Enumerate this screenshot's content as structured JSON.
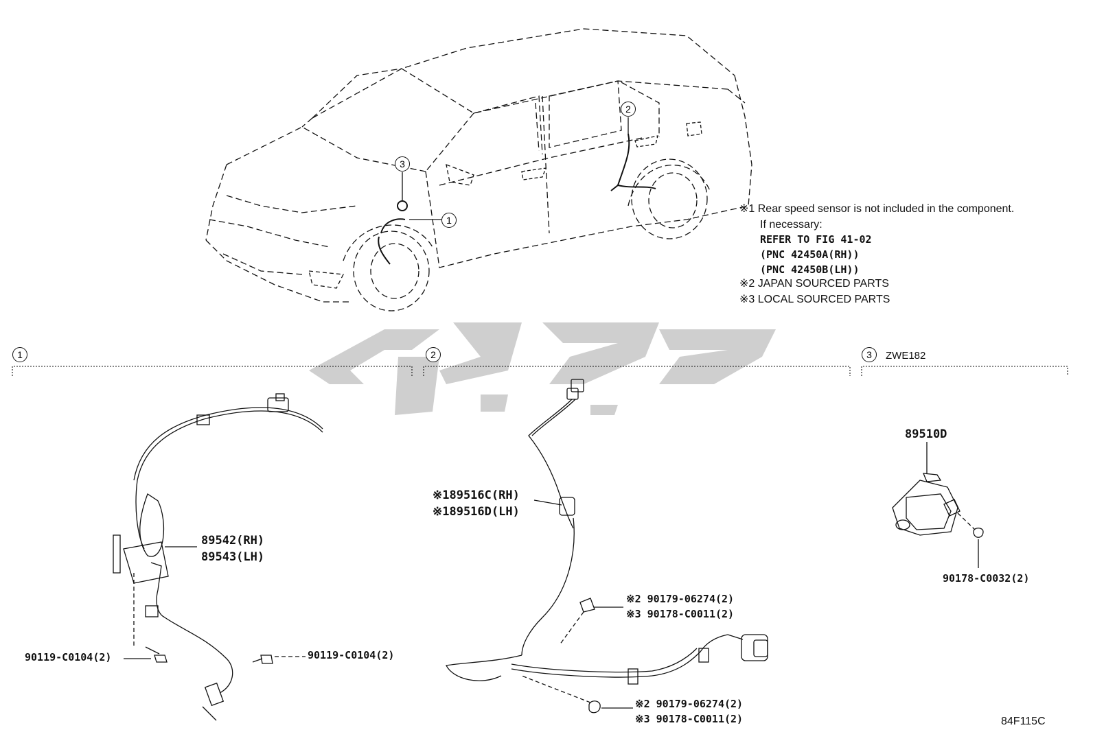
{
  "notes": {
    "n1_line1": "※1 Rear speed sensor is not included in the component.",
    "n1_line2": "If necessary:",
    "n1_line3": "REFER TO FIG 41-02",
    "n1_line4": "(PNC 42450A(RH))",
    "n1_line5": "(PNC 42450B(LH))",
    "n2": "※2 JAPAN SOURCED PARTS",
    "n3": "※3 LOCAL SOURCED PARTS"
  },
  "callouts": {
    "c1": "1",
    "c2": "2",
    "c3": "3"
  },
  "sections": {
    "s1": {
      "num": "1"
    },
    "s2": {
      "num": "2"
    },
    "s3": {
      "num": "3",
      "model": "ZWE182"
    }
  },
  "parts": {
    "front_sensor_rh": "89542(RH)",
    "front_sensor_lh": "89543(LH)",
    "bolt_left": "90119-C0104(2)",
    "bolt_right": "90119-C0104(2)",
    "rear_sensor_rh": "※189516C(RH)",
    "rear_sensor_lh": "※189516D(LH)",
    "clip_upper_a": "※2 90179-06274(2)",
    "clip_upper_b": "※3 90178-C0011(2)",
    "clip_lower_a": "※2 90179-06274(2)",
    "clip_lower_b": "※3 90178-C0011(2)",
    "sensor_89510d": "89510D",
    "nut_89510d": "90178-C0032(2)"
  },
  "figure_code": "84F115C",
  "colors": {
    "line": "#111111",
    "watermark": "#cfcfcf"
  }
}
